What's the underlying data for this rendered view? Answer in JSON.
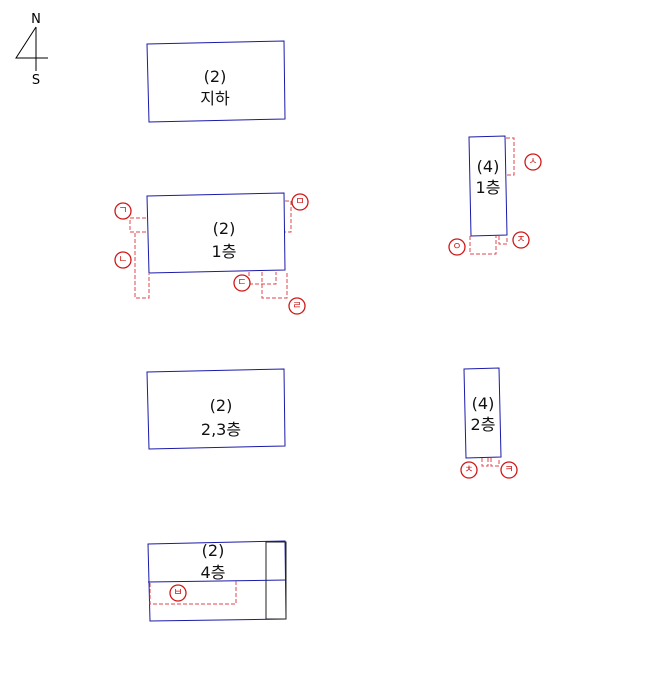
{
  "compass": {
    "north": "N",
    "south": "S"
  },
  "buildings": {
    "b2_basement": {
      "num": "(2)",
      "floor": "지하"
    },
    "b2_floor1": {
      "num": "(2)",
      "floor": "1층"
    },
    "b2_floor23": {
      "num": "(2)",
      "floor": "2,3층"
    },
    "b2_floor4": {
      "num": "(2)",
      "floor": "4층"
    },
    "b4_floor1": {
      "num": "(4)",
      "floor": "1층"
    },
    "b4_floor2": {
      "num": "(4)",
      "floor": "2층"
    }
  },
  "markers": {
    "m_giyeok": "ㄱ",
    "m_nieun": "ㄴ",
    "m_digeut": "ㄷ",
    "m_rieul": "ㄹ",
    "m_mieum": "ㅁ",
    "m_bieup": "ㅂ",
    "m_siot": "ㅅ",
    "m_ieung": "ㅇ",
    "m_jieut": "ㅈ",
    "m_chieut": "ㅊ",
    "m_kieuk": "ㅋ"
  },
  "colors": {
    "outline": "#1a1aa8",
    "annex": "#e0474c",
    "marker": "#d01818"
  }
}
